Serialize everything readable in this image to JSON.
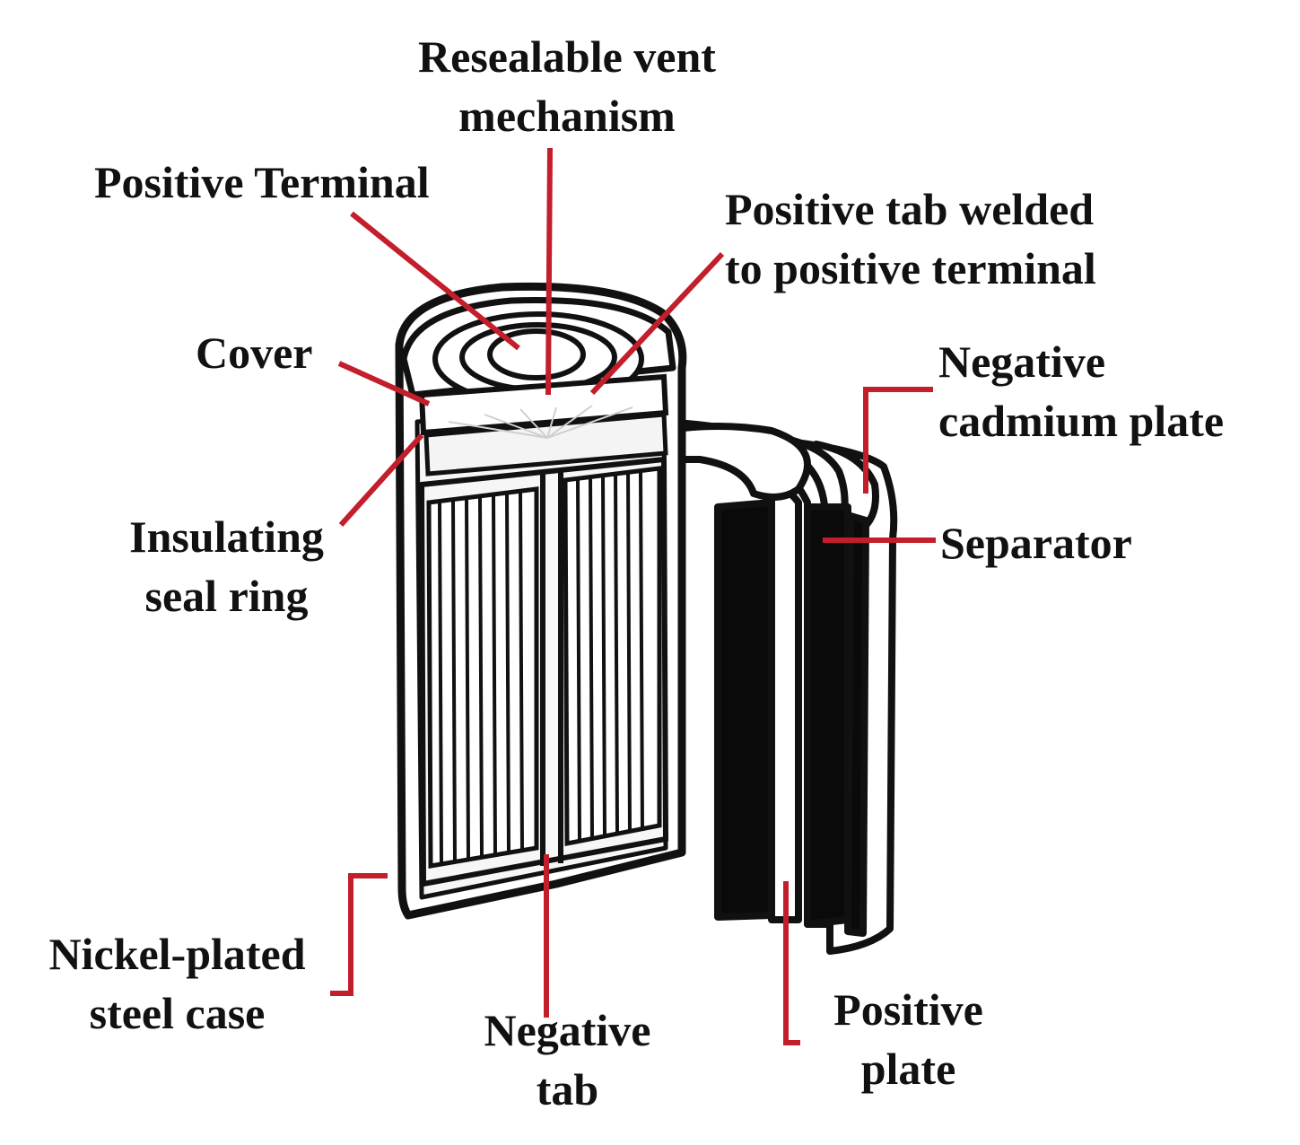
{
  "colors": {
    "leader_line": "#c21e2b",
    "outline": "#111111",
    "fill": "#ffffff",
    "plate_dark": "#0a0a0a",
    "inner_grey": "#f2f2f2"
  },
  "labels": {
    "vent": [
      "Resealable vent",
      "mechanism"
    ],
    "positive_terminal": [
      "Positive Terminal"
    ],
    "positive_tab": [
      "Positive tab welded",
      "to positive terminal"
    ],
    "cover": [
      "Cover"
    ],
    "negative_cadmium_plate": [
      "Negative",
      "cadmium plate"
    ],
    "insulating_seal_ring": [
      "Insulating",
      "seal ring"
    ],
    "separator": [
      "Separator"
    ],
    "case": [
      "Nickel-plated",
      "steel case"
    ],
    "negative_tab": [
      "Negative",
      "tab"
    ],
    "positive_plate": [
      "Positive",
      "plate"
    ]
  }
}
